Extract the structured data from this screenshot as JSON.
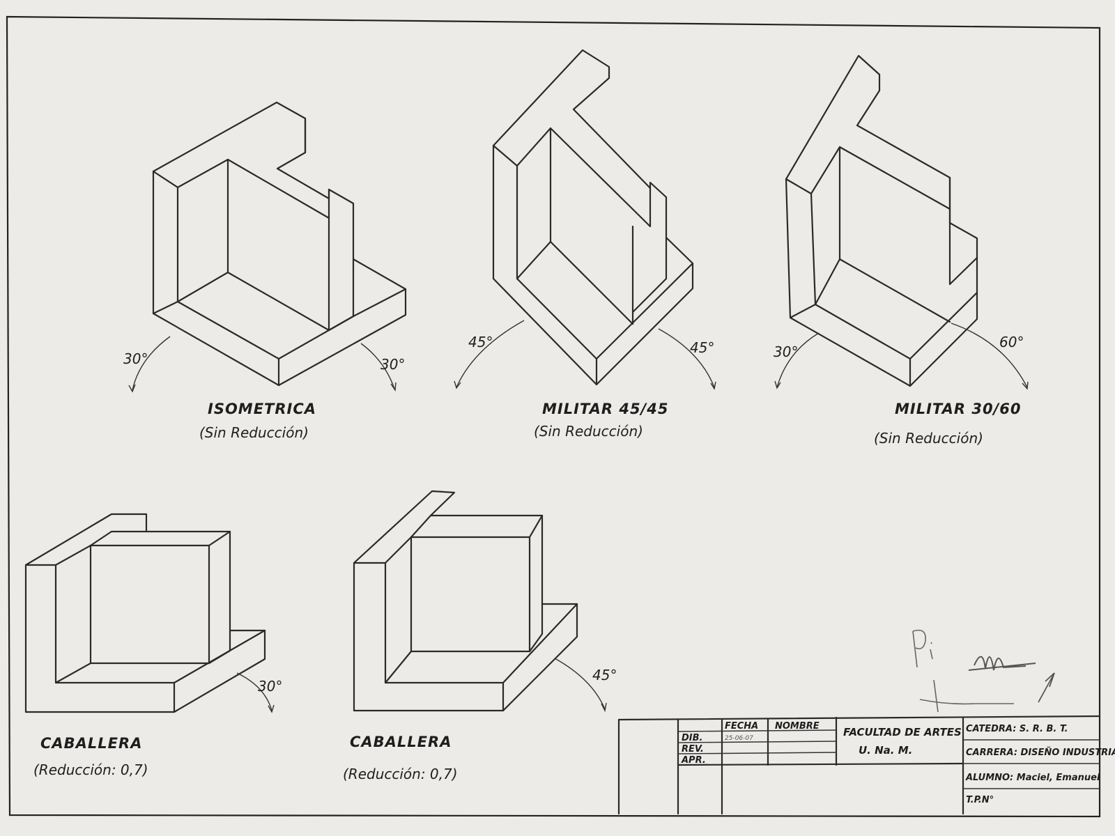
{
  "drawings": [
    {
      "title": "ISOMETRICA",
      "subtitle": "(Sin Reducción)",
      "angles": [
        "30°",
        "30°"
      ]
    },
    {
      "title": "MILITAR 45/45",
      "subtitle": "(Sin Reducción)",
      "angles": [
        "45°",
        "45°"
      ]
    },
    {
      "title": "MILITAR   30/60",
      "subtitle": "(Sin Reducción)",
      "angles": [
        "30°",
        "60°"
      ]
    },
    {
      "title": "CABALLERA",
      "subtitle": "(Reducción: 0,7)",
      "angles": [
        "30°"
      ]
    },
    {
      "title": "CABALLERA",
      "subtitle": "(Reducción: 0,7)",
      "angles": [
        "45°"
      ]
    }
  ],
  "title_block": {
    "col_fecha": "FECHA",
    "col_nombre": "NOMBRE",
    "row_dib": "DIB.",
    "row_rev": "REV.",
    "row_apr": "APR.",
    "fecha_value": "25-06-07",
    "institution_line1": "FACULTAD DE ARTES",
    "institution_line2": "U. Na. M.",
    "catedra": "CATEDRA: S. R. B. T.",
    "carrera": "CARRERA: DISEÑO INDUSTRIAL",
    "alumno": "ALUMNO: Maciel, Emanuel",
    "tp": "T.P.N°"
  },
  "signature_marks": "pencil-approval-marks"
}
